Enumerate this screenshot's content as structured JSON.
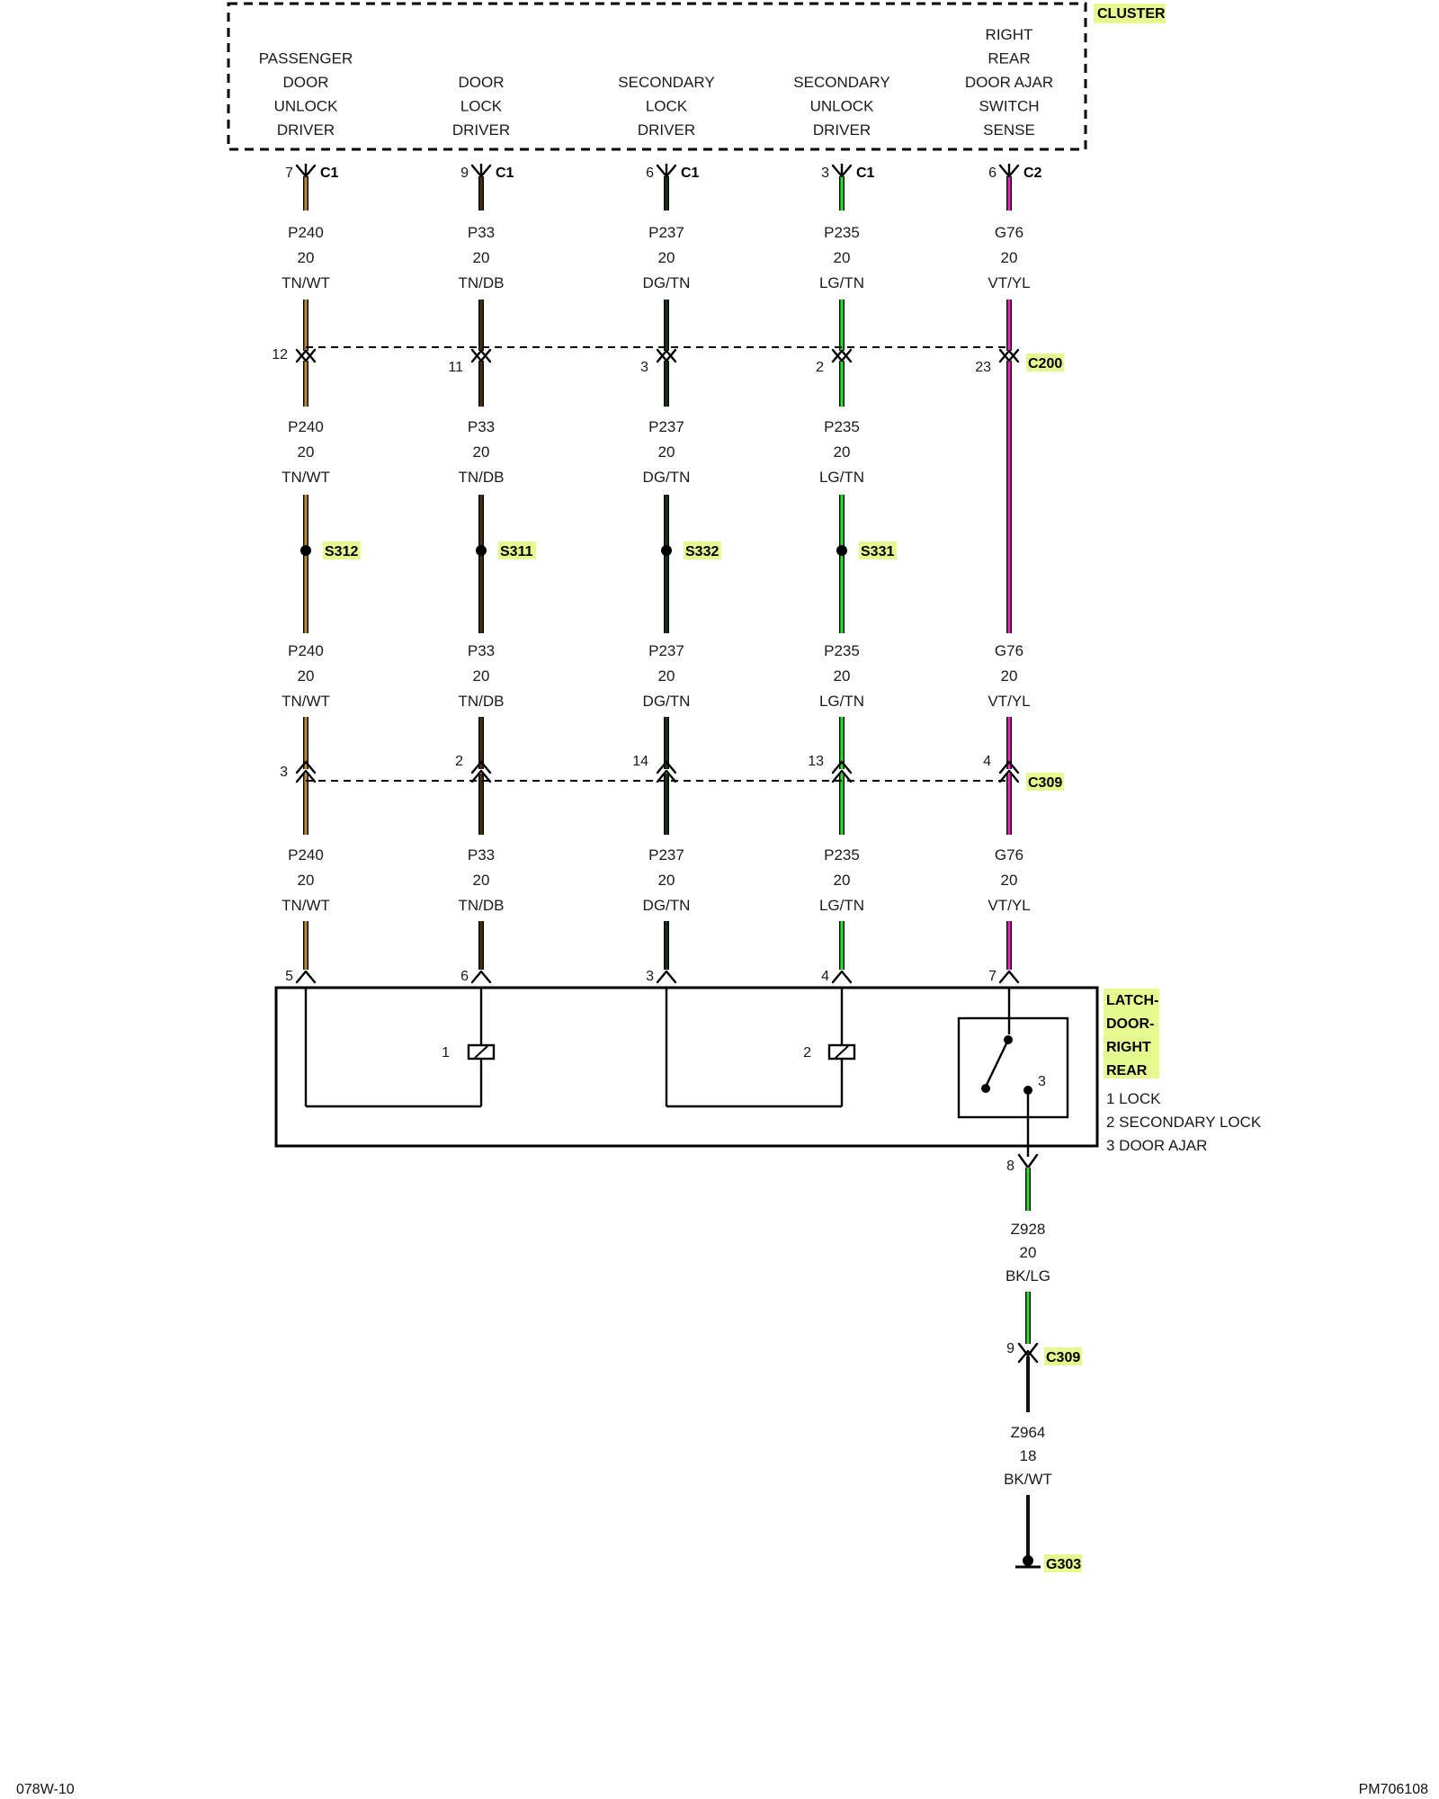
{
  "colors": {
    "TN/WT": "#b48a3c",
    "TN/DB": "#4a2f12",
    "DG/TN": "#103a10",
    "LG/TN": "#2ee02e",
    "VT/YL": "#e62db8",
    "BK/LG": "#2ee02e",
    "BK/WT": "#111111",
    "highlight": "#e6f98f"
  },
  "module": {
    "name": "CLUSTER",
    "functions": [
      [
        "PASSENGER",
        "DOOR",
        "UNLOCK",
        "DRIVER"
      ],
      [
        "DOOR",
        "LOCK",
        "DRIVER"
      ],
      [
        "SECONDARY",
        "LOCK",
        "DRIVER"
      ],
      [
        "SECONDARY",
        "UNLOCK",
        "DRIVER"
      ],
      [
        "RIGHT",
        "REAR",
        "DOOR AJAR",
        "SWITCH",
        "SENSE"
      ]
    ]
  },
  "circuits": [
    {
      "top_pin": "7",
      "top_conn": "C1",
      "code": "P240",
      "gauge": "20",
      "color": "TN/WT",
      "c200_pin": "12",
      "splice": "S312",
      "c309_pin": "3",
      "latch_pin": "5"
    },
    {
      "top_pin": "9",
      "top_conn": "C1",
      "code": "P33",
      "gauge": "20",
      "color": "TN/DB",
      "c200_pin": "11",
      "splice": "S311",
      "c309_pin": "2",
      "latch_pin": "6"
    },
    {
      "top_pin": "6",
      "top_conn": "C1",
      "code": "P237",
      "gauge": "20",
      "color": "DG/TN",
      "c200_pin": "3",
      "splice": "S332",
      "c309_pin": "14",
      "latch_pin": "3"
    },
    {
      "top_pin": "3",
      "top_conn": "C1",
      "code": "P235",
      "gauge": "20",
      "color": "LG/TN",
      "c200_pin": "2",
      "splice": "S331",
      "c309_pin": "13",
      "latch_pin": "4"
    },
    {
      "top_pin": "6",
      "top_conn": "C2",
      "code": "G76",
      "gauge": "20",
      "color": "VT/YL",
      "c200_pin": "23",
      "splice": "",
      "c309_pin": "4",
      "latch_pin": "7"
    }
  ],
  "connectors": {
    "c200": "C200",
    "c309": "C309",
    "c309_ground": "C309",
    "ground": "G303"
  },
  "latch": {
    "title": [
      "LATCH-",
      "DOOR-",
      "RIGHT",
      "REAR"
    ],
    "legend": [
      "1 LOCK",
      "2 SECONDARY LOCK",
      "3 DOOR AJAR"
    ],
    "motor_lock_pin": "1",
    "motor_secondary_pin": "2",
    "switch_pin": "3",
    "out_pin": "8"
  },
  "ground_circuits": [
    {
      "code": "Z928",
      "gauge": "20",
      "color": "BK/LG"
    },
    {
      "code": "Z964",
      "gauge": "18",
      "color": "BK/WT"
    }
  ],
  "ground_c309_pin": "9",
  "footer": {
    "left": "078W-10",
    "right": "PM706108"
  }
}
